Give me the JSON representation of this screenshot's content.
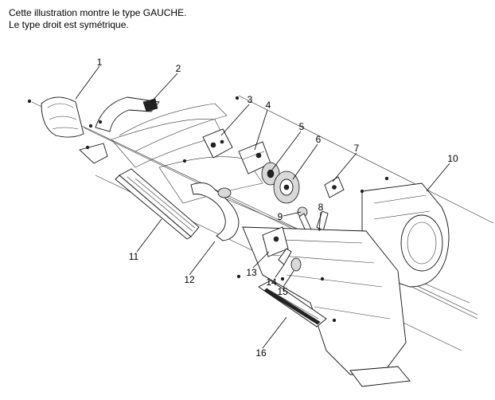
{
  "caption": {
    "line1": "Cette illustration montre le type GAUCHE.",
    "line2": "Le type droit est symétrique."
  },
  "callouts": [
    "1",
    "2",
    "3",
    "4",
    "5",
    "6",
    "7",
    "8",
    "9",
    "10",
    "11",
    "12",
    "13",
    "14",
    "15",
    "16"
  ]
}
